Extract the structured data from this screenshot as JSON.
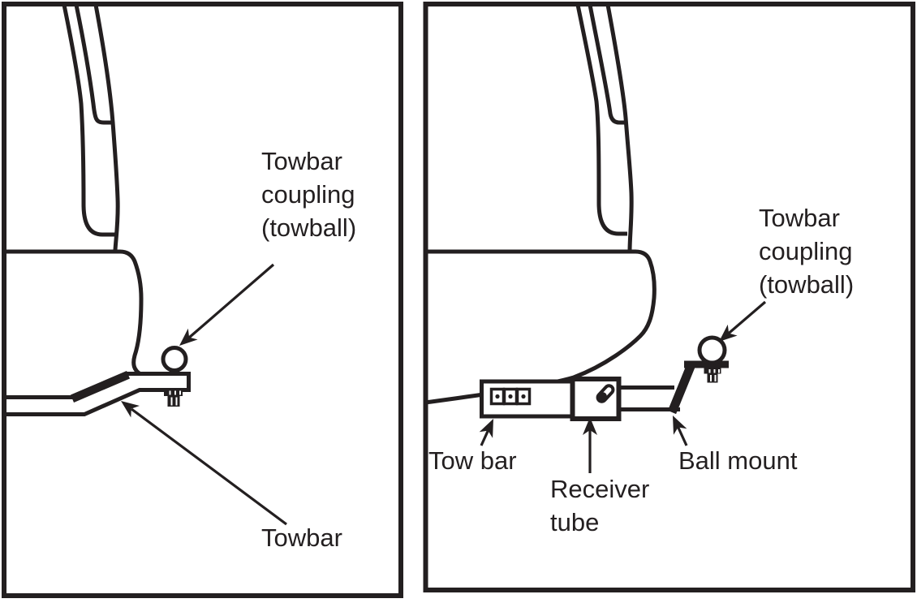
{
  "colors": {
    "ink": "#231f20",
    "paper": "#ffffff"
  },
  "panels": {
    "left": {
      "labels": {
        "towbar_coupling": "Towbar\ncoupling\n(towball)",
        "towbar": "Towbar"
      }
    },
    "right": {
      "labels": {
        "towbar_coupling": "Towbar\ncoupling\n(towball)",
        "tow_bar": "Tow bar",
        "receiver_tube": "Receiver\ntube",
        "ball_mount": "Ball mount"
      }
    }
  }
}
